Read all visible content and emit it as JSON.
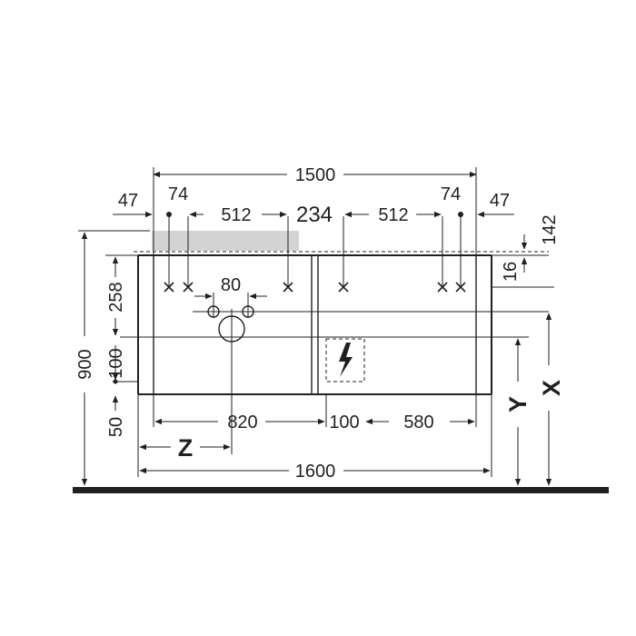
{
  "colors": {
    "line": "#231f20",
    "floor": "#231f20",
    "top_panel": "#d3d3d3",
    "background": "#ffffff"
  },
  "dimensions": {
    "top_width": "1500",
    "left_edge": "47",
    "right_edge": "47",
    "left_hole": "74",
    "right_hole": "74",
    "left_spacing": "512",
    "right_spacing": "512",
    "top_panel": "234",
    "right_height": "142",
    "right_small": "16",
    "tap_spacing": "80",
    "drawer_height": "258",
    "mid_height": "100",
    "bottom_height": "50",
    "total_height": "900",
    "left_width": "820",
    "gap_width": "100",
    "right_width": "580",
    "total_width": "1600"
  },
  "variables": {
    "z": "Z",
    "y": "Y",
    "x": "X"
  },
  "icons": {
    "power": "lightning-bolt-icon",
    "hole": "cross-mark-icon"
  }
}
